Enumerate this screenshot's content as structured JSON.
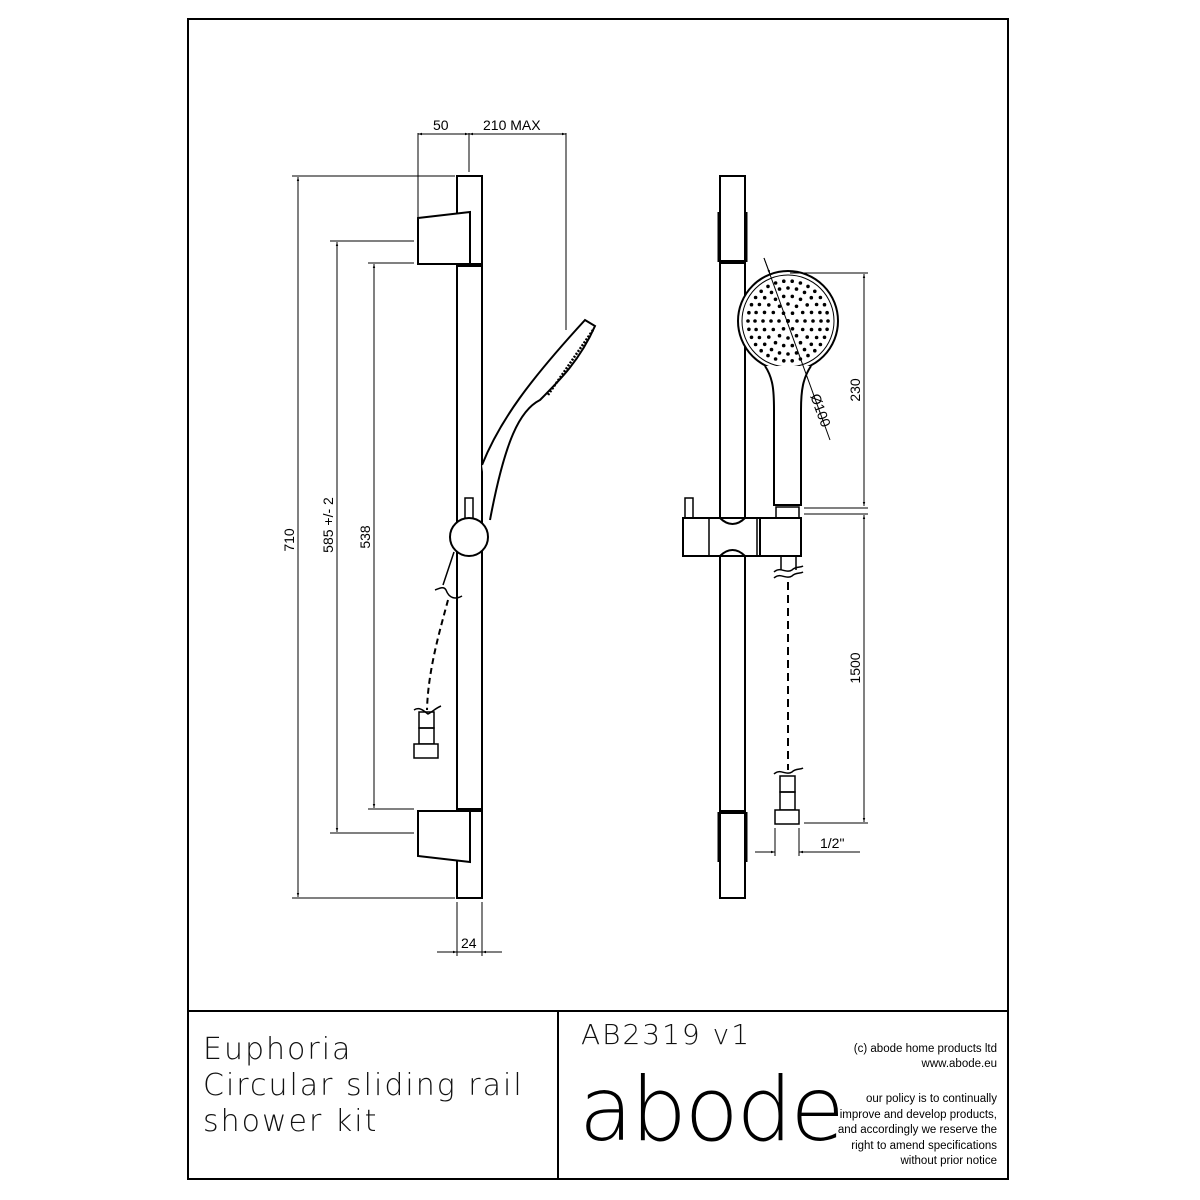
{
  "drawing": {
    "dimensions": {
      "bracket_projection": "50",
      "handshower_reach": "210 MAX",
      "overall_length": "710",
      "bracket_centres": "585 +/- 2",
      "slide_travel": "538",
      "rail_width": "24",
      "handshower_length": "230",
      "head_diameter": "Ø100",
      "hose_length": "1500",
      "connection_size": "1/2\""
    },
    "views": [
      "side-view",
      "front-view"
    ]
  },
  "title_block": {
    "product_lines": [
      "Euphoria",
      "Circular sliding rail",
      "shower kit"
    ],
    "code": "AB2319  v1",
    "logo": "abode",
    "copyright_lines": [
      "(c) abode home products ltd",
      "www.abode.eu"
    ],
    "policy_lines": [
      "our policy is to continually",
      "improve and develop products,",
      "and accordingly we reserve the",
      "right to amend specifications",
      "without prior notice"
    ]
  },
  "colors": {
    "line": "#000000",
    "background": "#ffffff"
  }
}
